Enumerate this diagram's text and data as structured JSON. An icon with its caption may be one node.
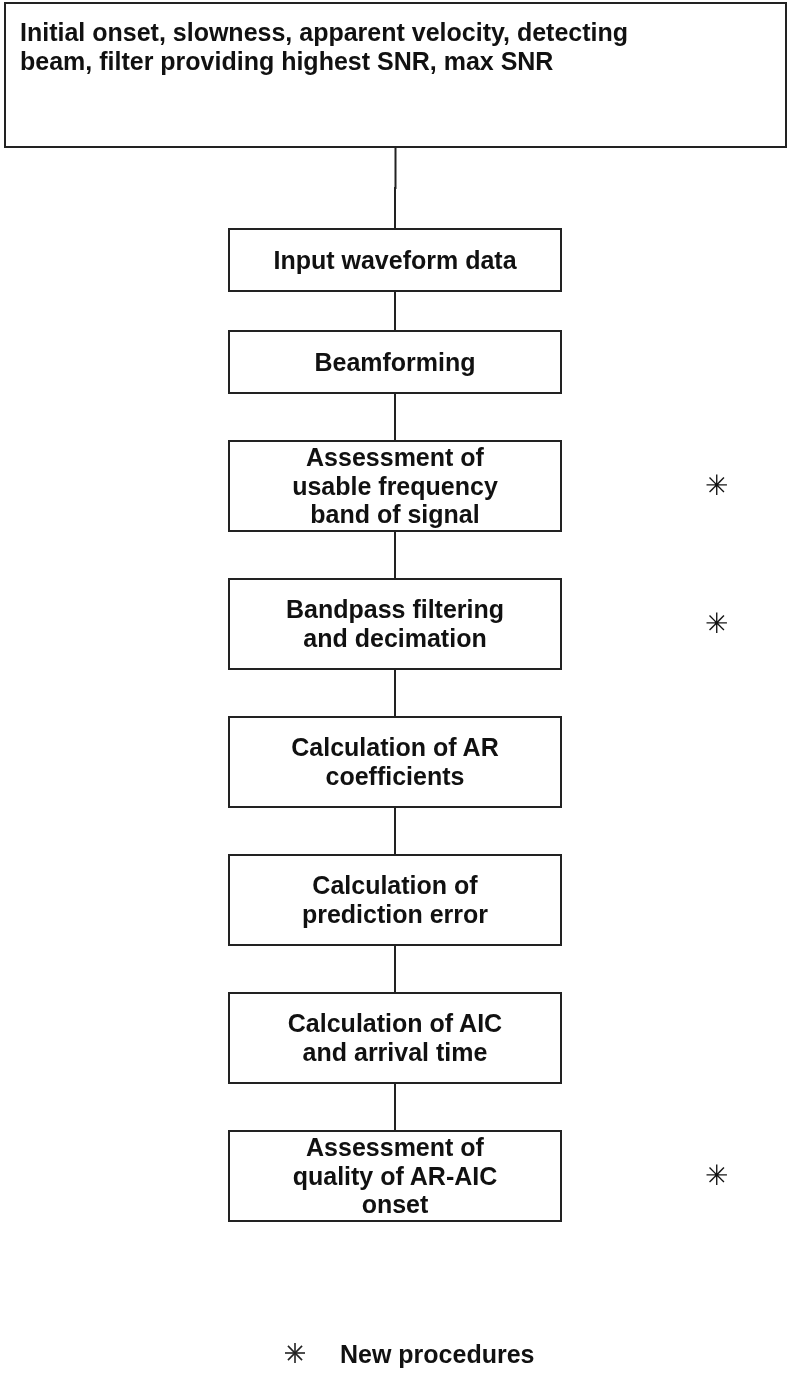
{
  "diagram": {
    "nodes": [
      {
        "text": [
          "Initial onset, slowness, apparent velocity, detecting beam, filter providing highest SNR, max SNR"
        ]
      },
      {
        "text": [
          "Input waveform data"
        ]
      },
      {
        "text": [
          "Beamforming"
        ]
      },
      {
        "text": [
          "Assessment of usable frequency band of signal"
        ]
      },
      {
        "text": [
          "Bandpass filtering and decimation"
        ]
      },
      {
        "text": [
          "Calculation of AR coefficients"
        ]
      },
      {
        "text": [
          "Calculation of prediction error"
        ]
      },
      {
        "text": [
          "Calculation of AIC and arrival time"
        ]
      },
      {
        "text": [
          "Assessment of quality of AR-AIC onset"
        ]
      }
    ],
    "edges": [
      {
        "from": 0,
        "to": 1,
        "arrow": "none"
      },
      {
        "from": 1,
        "to": 2,
        "arrow": "none"
      },
      {
        "from": 2,
        "to": 3,
        "arrow": "none"
      },
      {
        "from": 3,
        "to": 4,
        "arrow": "none"
      },
      {
        "from": 4,
        "to": 5,
        "arrow": "none"
      },
      {
        "from": 5,
        "to": 6,
        "arrow": "none"
      },
      {
        "from": 6,
        "to": 7,
        "arrow": "none"
      },
      {
        "from": 7,
        "to": 8,
        "arrow": "none"
      }
    ],
    "labels": [
      "✳",
      "✳",
      "✳"
    ],
    "legend": [
      {
        "text": "New procedures"
      }
    ]
  }
}
